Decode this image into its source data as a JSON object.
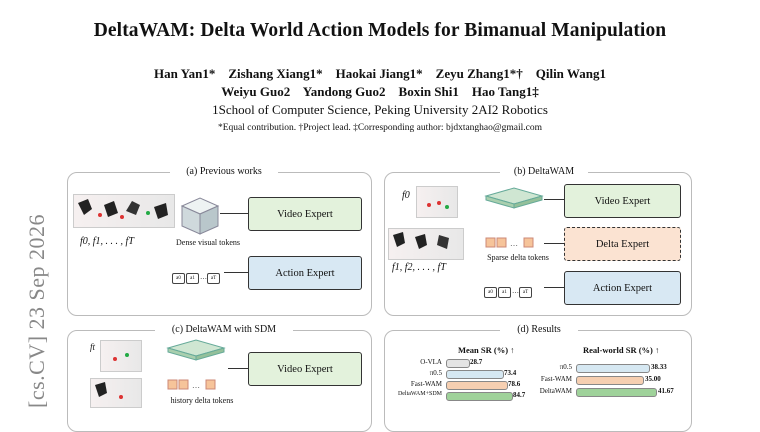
{
  "title": "DeltaWAM: Delta World Action Models for Bimanual Manipulation",
  "authors_line1": [
    "Han Yan1*",
    "Zishang Xiang1*",
    "Haokai Jiang1*",
    "Zeyu Zhang1*†",
    "Qilin Wang1"
  ],
  "authors_line2": [
    "Weiyu Guo2",
    "Yandong Guo2",
    "Boxin Shi1",
    "Hao Tang1‡"
  ],
  "affiliations": "1School of Computer Science, Peking University   2AI2 Robotics",
  "footnote": "*Equal contribution. †Project lead. ‡Corresponding author: bjdxtanghao@gmail.com",
  "arxiv_stamp": "[cs.CV]  23 Sep 2026",
  "panel_a": {
    "title": "(a) Previous works",
    "frames_label": "f0, f1, . . . , fT",
    "tokens_label": "Dense visual tokens",
    "video_expert": "Video Expert",
    "action_expert": "Action Expert",
    "action_tokens": [
      "a0",
      "a1",
      "aT"
    ]
  },
  "panel_b": {
    "title": "(b) DeltaWAM",
    "f0_label": "f0",
    "frames_label": "f1, f2, . . . , fT",
    "sparse_label": "Sparse delta tokens",
    "video_expert": "Video Expert",
    "delta_expert": "Delta Expert",
    "action_expert": "Action Expert",
    "action_tokens": [
      "a0",
      "a1",
      "aT"
    ]
  },
  "panel_c": {
    "title": "(c) DeltaWAM with SDM",
    "f_label": "ft",
    "history_label": "history delta tokens",
    "video_expert": "Video Expert"
  },
  "panel_d": {
    "title": "(d) Results",
    "mean_header": "Mean SR (%) ↑",
    "real_header": "Real-world SR (%) ↑",
    "mean_rows": [
      {
        "label": "O-VLA",
        "value": "28.7"
      },
      {
        "label": "π0.5",
        "value": "73.4"
      },
      {
        "label": "Fast-WAM",
        "value": "78.6"
      },
      {
        "label": "DeltaWAM+SDM",
        "value": "84.7"
      }
    ],
    "real_rows": [
      {
        "label": "π0.5",
        "value": "38.33"
      },
      {
        "label": "Fast-WAM",
        "value": "35.00"
      },
      {
        "label": "DeltaWAM",
        "value": "41.67"
      }
    ]
  }
}
